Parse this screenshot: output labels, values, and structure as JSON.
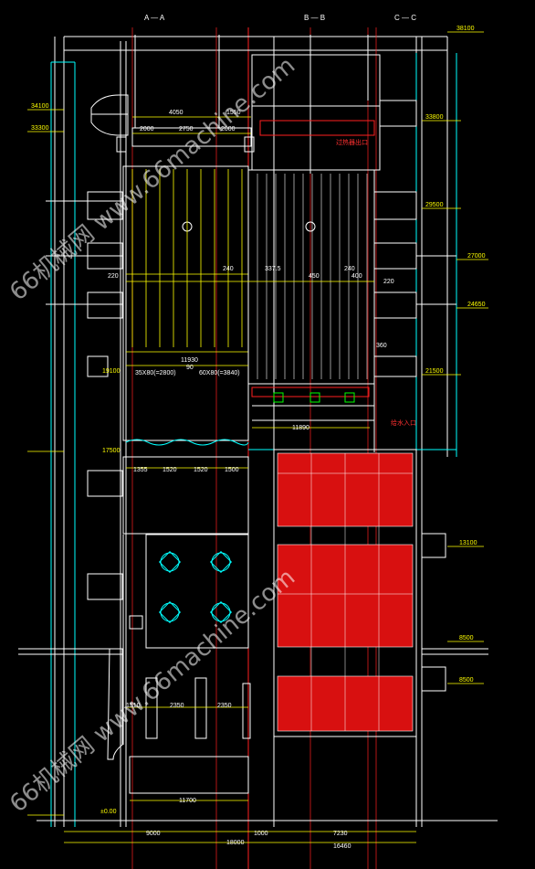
{
  "sections": {
    "a": "A — A",
    "b": "B — B",
    "c": "C — C"
  },
  "elevations": {
    "top": "38100",
    "e34100": "34100",
    "e33300": "33300",
    "e33800": "33800",
    "e29500": "29500",
    "e27000": "27000",
    "e24650": "24650",
    "e21500": "21500",
    "e19100": "19100",
    "e17500": "17500",
    "e13100": "13100",
    "e8500": "8500",
    "e8500b": "8500",
    "ground": "±0.00"
  },
  "dimensions": {
    "d4050": "4050",
    "d1550": "1550",
    "d2000a": "2000",
    "d2750": "2750",
    "d2000b": "2000",
    "d240": "240",
    "d337": "337.5",
    "d450": "450",
    "d400": "400",
    "d240b": "240",
    "d220a": "220",
    "d220b": "220",
    "d360": "360",
    "d11930": "11930",
    "d35x80": "35X80(=2800)",
    "d60x": "60X80(=3840)",
    "d90": "90",
    "d11890": "11890",
    "d1355": "1355",
    "d1520a": "1520",
    "d1520b": "1520",
    "d1500": "1500",
    "d1510": "1510",
    "d2350a": "2350",
    "d2350b": "2350",
    "d11700": "11700",
    "d9000": "9000",
    "d1000": "1000",
    "d7230": "7230",
    "d18000": "18000",
    "d16460": "16460"
  },
  "notes": {
    "n1": "过热器出口",
    "n2": "给水入口"
  },
  "watermark": {
    "text": "66机械网  www.66machine.com"
  },
  "colors": {
    "cyan": "#00ffff",
    "white": "#ffffff",
    "yellow": "#ffff00",
    "red": "#ff2020",
    "green": "#00ff00",
    "magenta": "#ff00ff"
  }
}
